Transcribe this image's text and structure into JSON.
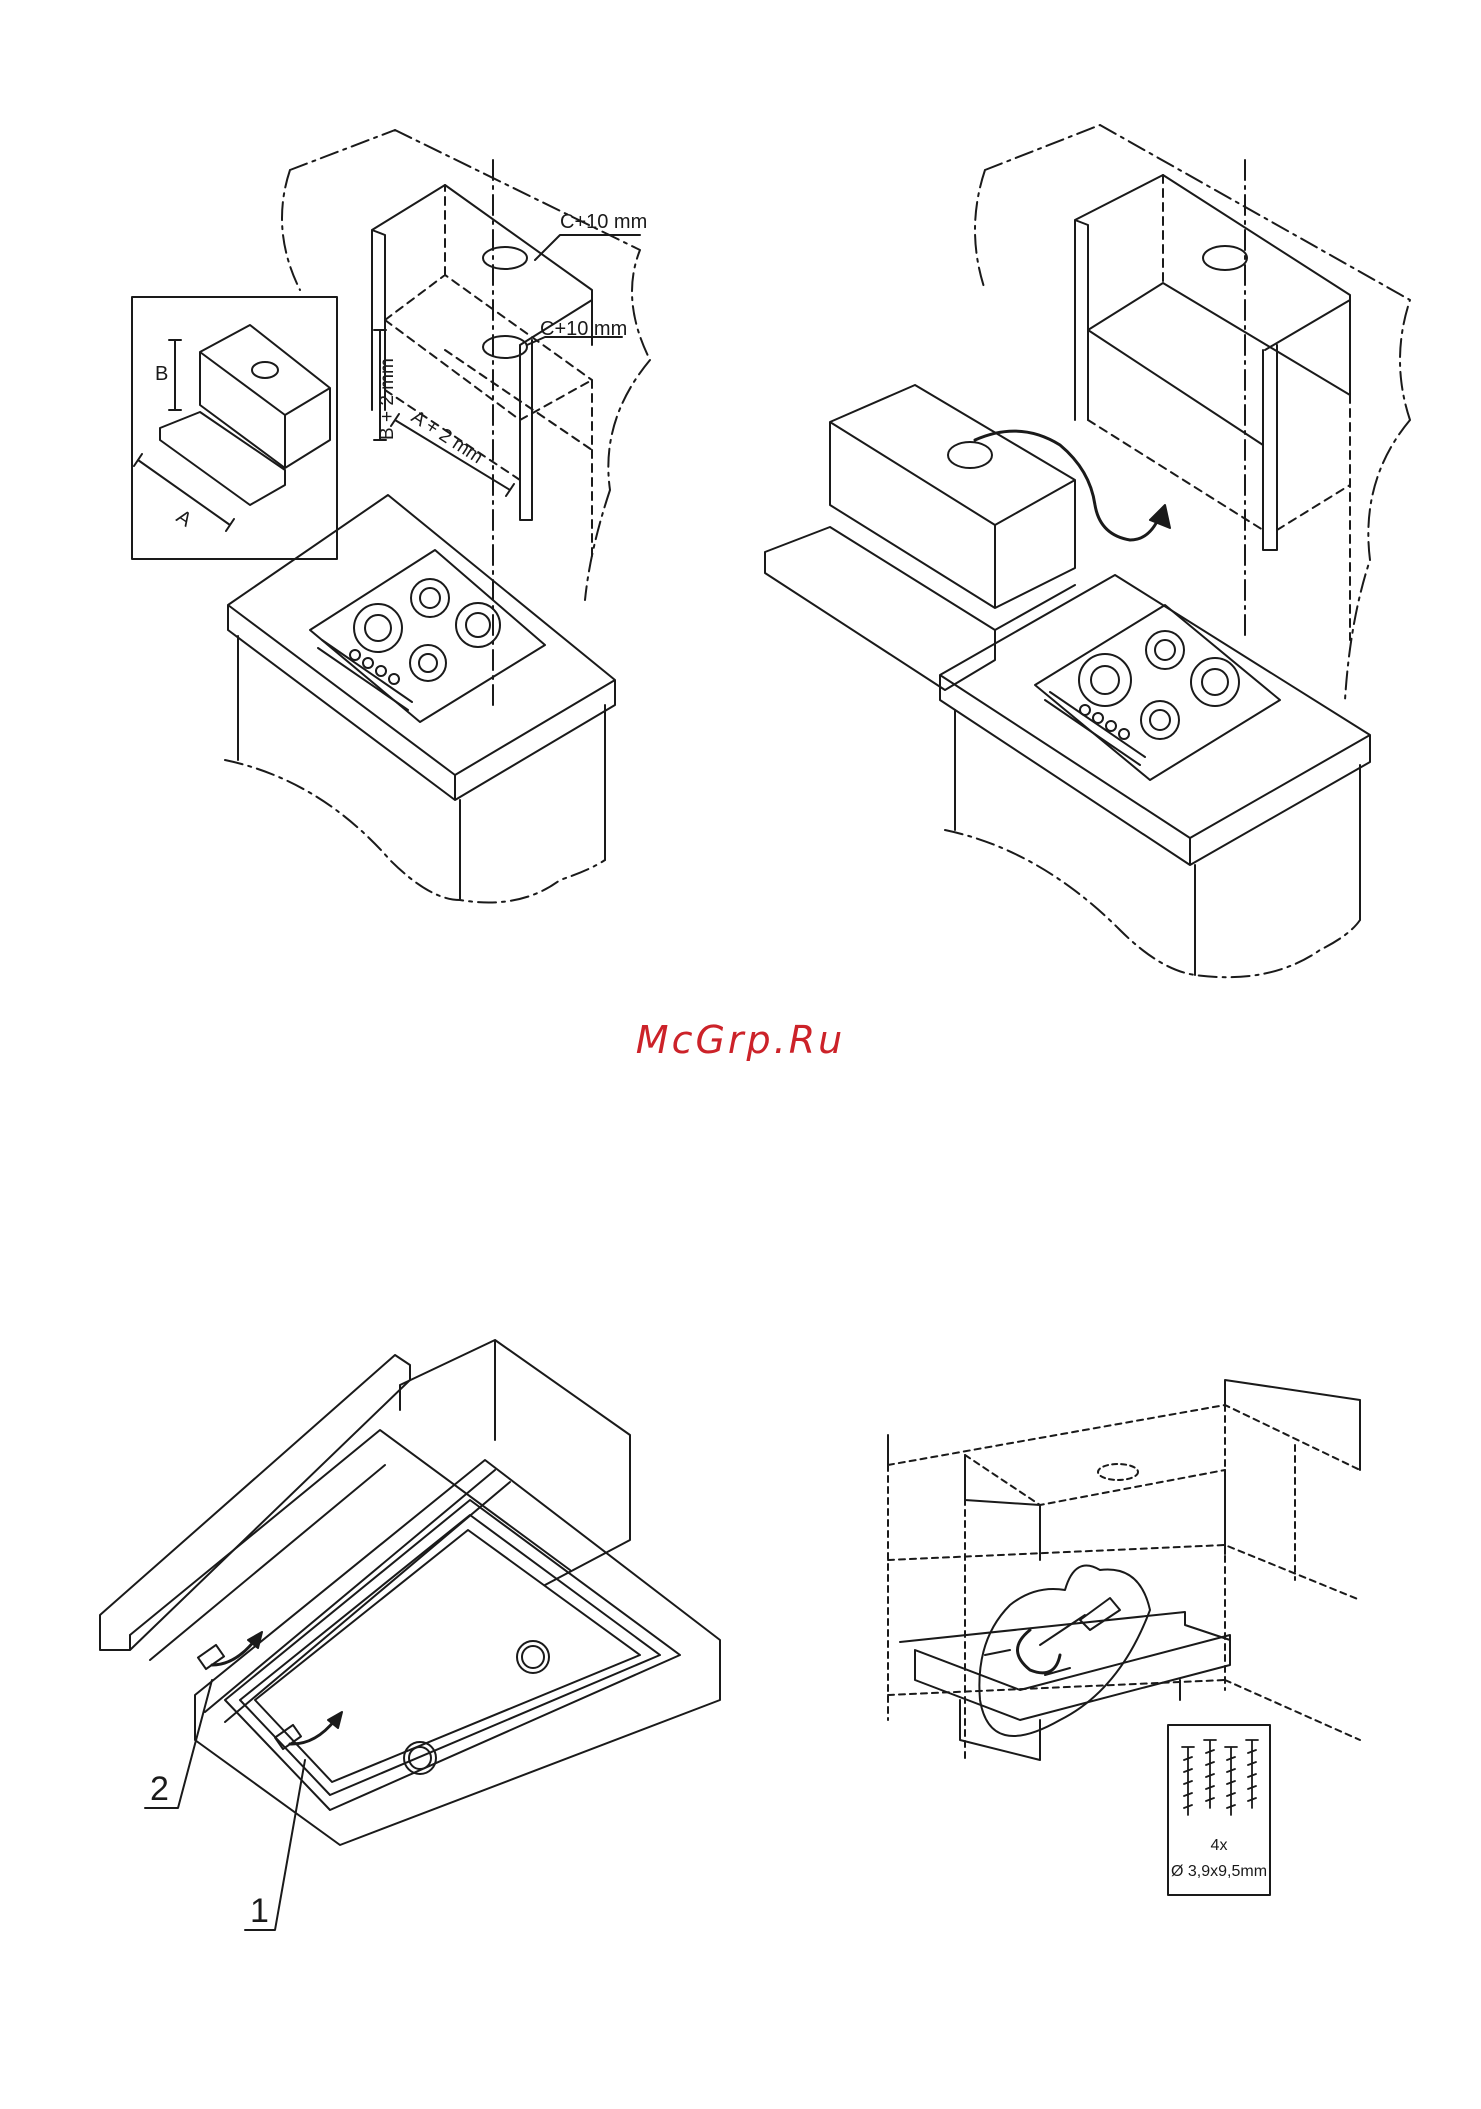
{
  "watermark": {
    "text": "McGrp.Ru",
    "color": "#cc2229"
  },
  "colors": {
    "ink": "#1a1a1a"
  },
  "figure1": {
    "label_c_upper": "C+10 mm",
    "label_c_lower": "C+10 mm",
    "label_b_plus": "B + 2 mm",
    "label_a_plus": "A + 2 mm",
    "inset_label_b": "B",
    "inset_label_a": "A"
  },
  "figure3": {
    "callout_1": "1",
    "callout_2": "2"
  },
  "figure4": {
    "screw_count": "4x",
    "screw_spec": "Ø 3,9x9,5mm"
  }
}
